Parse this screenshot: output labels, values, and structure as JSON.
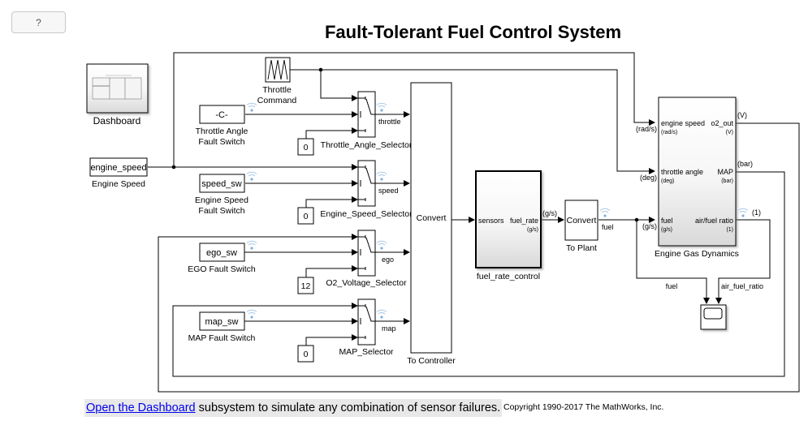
{
  "help_button": {
    "label": "?"
  },
  "title": "Fault-Tolerant Fuel Control System",
  "footer": {
    "link_text": "Open the Dashboard",
    "text": " subsystem to simulate any combination of sensor failures.",
    "copyright": "Copyright 1990-2017 The MathWorks, Inc."
  },
  "blocks": {
    "dashboard": {
      "label": "Dashboard"
    },
    "throttle_command": {
      "label_line1": "Throttle",
      "label_line2": "Command"
    },
    "throttle_fault": {
      "content": "-C-",
      "label_line1": "Throttle Angle",
      "label_line2": "Fault Switch"
    },
    "engine_speed": {
      "content": "engine_speed",
      "label": "Engine Speed"
    },
    "speed_fault": {
      "content": "speed_sw",
      "label_line1": "Engine Speed",
      "label_line2": "Fault Switch"
    },
    "ego_fault": {
      "content": "ego_sw",
      "label": "EGO Fault Switch"
    },
    "map_fault": {
      "content": "map_sw",
      "label": "MAP Fault Switch"
    },
    "const_throttle": {
      "content": "0"
    },
    "const_speed": {
      "content": "0"
    },
    "const_ego": {
      "content": "12"
    },
    "const_map": {
      "content": "0"
    },
    "throttle_selector": {
      "label": "Throttle_Angle_Selector",
      "signal": "throttle"
    },
    "speed_selector": {
      "label": "Engine_Speed_Selector",
      "signal": "speed"
    },
    "o2_selector": {
      "label": "O2_Voltage_Selector",
      "signal": "ego"
    },
    "map_selector": {
      "label": "MAP_Selector",
      "signal": "map"
    },
    "to_controller": {
      "content": "Convert",
      "label": "To Controller"
    },
    "fuel_rate_control": {
      "label": "fuel_rate_control",
      "in_port": "sensors",
      "out_port": "fuel_rate",
      "out_unit": "(g/s)",
      "signal_unit": "(g/s)"
    },
    "to_plant": {
      "content": "Convert",
      "label": "To Plant",
      "signal": "fuel"
    },
    "engine_gas_dynamics": {
      "label": "Engine Gas Dynamics",
      "inputs": [
        {
          "name": "engine speed",
          "unit": "(rad/s)",
          "signal_unit": "(rad/s)"
        },
        {
          "name": "throttle angle",
          "unit": "(deg)",
          "signal_unit": "(deg)"
        },
        {
          "name": "fuel",
          "unit": "(g/s)",
          "signal_unit": "(g/s)"
        }
      ],
      "outputs": [
        {
          "name": "o2_out",
          "unit": "(V)",
          "signal_unit": "(V)"
        },
        {
          "name": "MAP",
          "unit": "(bar)",
          "signal_unit": "(bar)"
        },
        {
          "name": "air/fuel ratio",
          "unit": "(1)",
          "signal_unit": "(1)"
        }
      ]
    },
    "scope": {
      "in1_signal": "fuel",
      "in2_signal": "air_fuel_ratio"
    }
  }
}
